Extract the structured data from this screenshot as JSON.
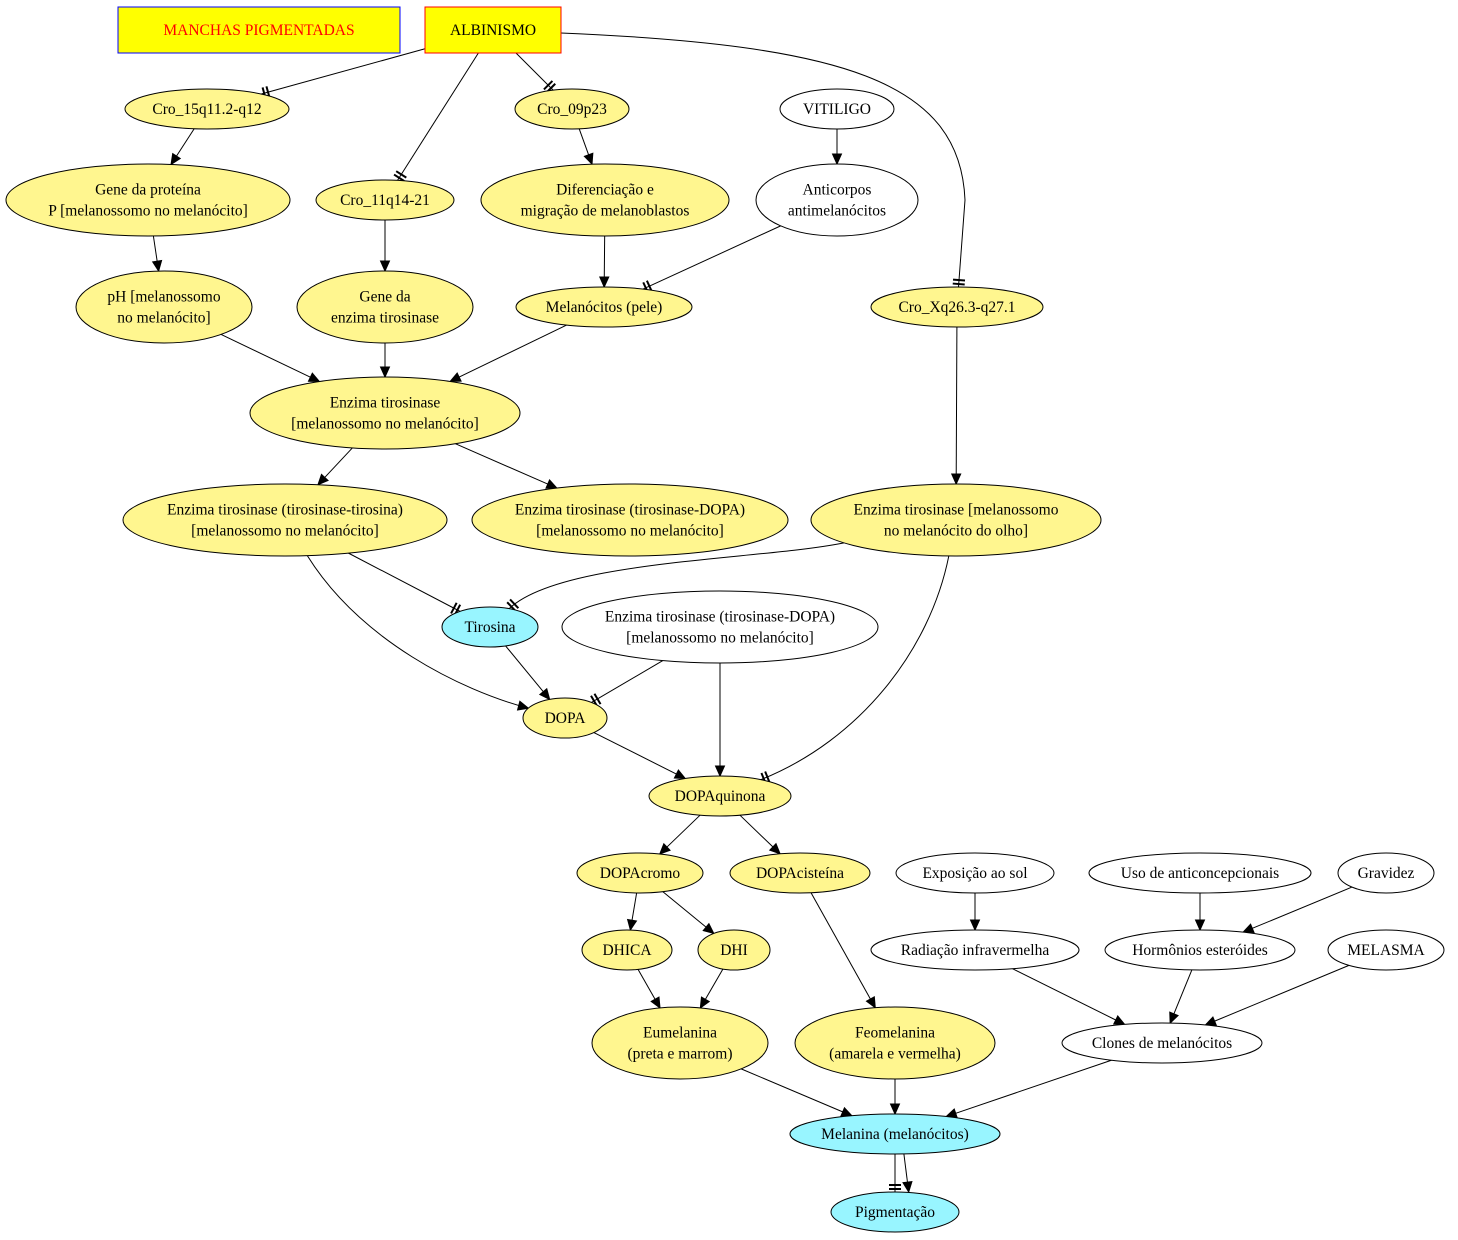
{
  "colors": {
    "yellow": "#fff68f",
    "cyan": "#98f5ff",
    "white": "#ffffff",
    "box_fill": "#ffff00",
    "box_border": "#0000ff",
    "red_text": "#ff0000"
  },
  "nodes": {
    "manchas": {
      "lines": [
        "MANCHAS PIGMENTADAS"
      ],
      "fill": "box_fill",
      "shape": "box"
    },
    "albinismo": {
      "lines": [
        "ALBINISMO"
      ],
      "fill": "box_fill",
      "shape": "box"
    },
    "cro15": {
      "lines": [
        "Cro_15q11.2-q12"
      ],
      "fill": "yellow"
    },
    "cro09": {
      "lines": [
        "Cro_09p23"
      ],
      "fill": "yellow"
    },
    "vitiligo": {
      "lines": [
        "VITILIGO"
      ],
      "fill": "white"
    },
    "gene_p": {
      "lines": [
        "Gene da proteína",
        "P [melanossomo no melanócito]"
      ],
      "fill": "yellow"
    },
    "cro11": {
      "lines": [
        "Cro_11q14-21"
      ],
      "fill": "yellow"
    },
    "diferenciacao": {
      "lines": [
        "Diferenciação e",
        "migração de melanoblastos"
      ],
      "fill": "yellow"
    },
    "anticorpos": {
      "lines": [
        "Anticorpos",
        "antimelanócitos"
      ],
      "fill": "white"
    },
    "ph": {
      "lines": [
        "pH [melanossomo",
        "no melanócito]"
      ],
      "fill": "yellow"
    },
    "gene_tir": {
      "lines": [
        "Gene da",
        "enzima tirosinase"
      ],
      "fill": "yellow"
    },
    "melanocitos_pele": {
      "lines": [
        "Melanócitos (pele)"
      ],
      "fill": "yellow"
    },
    "croX": {
      "lines": [
        "Cro_Xq26.3-q27.1"
      ],
      "fill": "yellow"
    },
    "enz_tir": {
      "lines": [
        "Enzima tirosinase",
        "[melanossomo no melanócito]"
      ],
      "fill": "yellow"
    },
    "enz_tt": {
      "lines": [
        "Enzima tirosinase (tirosinase-tirosina)",
        "[melanossomo no melanócito]"
      ],
      "fill": "yellow"
    },
    "enz_td1": {
      "lines": [
        "Enzima tirosinase (tirosinase-DOPA)",
        "[melanossomo no melanócito]"
      ],
      "fill": "yellow"
    },
    "enz_olho": {
      "lines": [
        "Enzima tirosinase [melanossomo",
        "no melanócito do olho]"
      ],
      "fill": "yellow"
    },
    "tirosina": {
      "lines": [
        "Tirosina"
      ],
      "fill": "cyan"
    },
    "enz_td2": {
      "lines": [
        "Enzima tirosinase (tirosinase-DOPA)",
        "[melanossomo no melanócito]"
      ],
      "fill": "white"
    },
    "dopa": {
      "lines": [
        "DOPA"
      ],
      "fill": "yellow"
    },
    "dopaquinona": {
      "lines": [
        "DOPAquinona"
      ],
      "fill": "yellow"
    },
    "dopacromo": {
      "lines": [
        "DOPAcromo"
      ],
      "fill": "yellow"
    },
    "dopacisteina": {
      "lines": [
        "DOPAcisteína"
      ],
      "fill": "yellow"
    },
    "exposicao": {
      "lines": [
        "Exposição ao sol"
      ],
      "fill": "white"
    },
    "anticoncepcionais": {
      "lines": [
        "Uso de anticoncepcionais"
      ],
      "fill": "white"
    },
    "gravidez": {
      "lines": [
        "Gravidez"
      ],
      "fill": "white"
    },
    "dhica": {
      "lines": [
        "DHICA"
      ],
      "fill": "yellow"
    },
    "dhi": {
      "lines": [
        "DHI"
      ],
      "fill": "yellow"
    },
    "radiacao": {
      "lines": [
        "Radiação infravermelha"
      ],
      "fill": "white"
    },
    "hormonios": {
      "lines": [
        "Hormônios esteróides"
      ],
      "fill": "white"
    },
    "melasma": {
      "lines": [
        "MELASMA"
      ],
      "fill": "white"
    },
    "eumelanina": {
      "lines": [
        "Eumelanina",
        "(preta e marrom)"
      ],
      "fill": "yellow"
    },
    "feomelanina": {
      "lines": [
        "Feomelanina",
        "(amarela e vermelha)"
      ],
      "fill": "yellow"
    },
    "clones": {
      "lines": [
        "Clones de melanócitos"
      ],
      "fill": "white"
    },
    "melanina": {
      "lines": [
        "Melanina (melanócitos)"
      ],
      "fill": "cyan"
    },
    "pigmentacao": {
      "lines": [
        "Pigmentação"
      ],
      "fill": "cyan"
    }
  },
  "edges": [
    {
      "from": "albinismo",
      "to": "cro15",
      "head": "tee"
    },
    {
      "from": "albinismo",
      "to": "cro11",
      "head": "tee"
    },
    {
      "from": "albinismo",
      "to": "cro09",
      "head": "tee"
    },
    {
      "from": "albinismo",
      "to": "croX",
      "head": "tee"
    },
    {
      "from": "cro15",
      "to": "gene_p",
      "head": "arrow"
    },
    {
      "from": "gene_p",
      "to": "ph",
      "head": "arrow"
    },
    {
      "from": "cro11",
      "to": "gene_tir",
      "head": "arrow"
    },
    {
      "from": "cro09",
      "to": "diferenciacao",
      "head": "arrow"
    },
    {
      "from": "vitiligo",
      "to": "anticorpos",
      "head": "arrow"
    },
    {
      "from": "diferenciacao",
      "to": "melanocitos_pele",
      "head": "arrow"
    },
    {
      "from": "anticorpos",
      "to": "melanocitos_pele",
      "head": "tee"
    },
    {
      "from": "ph",
      "to": "enz_tir",
      "head": "arrow"
    },
    {
      "from": "gene_tir",
      "to": "enz_tir",
      "head": "arrow"
    },
    {
      "from": "melanocitos_pele",
      "to": "enz_tir",
      "head": "arrow"
    },
    {
      "from": "enz_tir",
      "to": "enz_tt",
      "head": "arrow"
    },
    {
      "from": "enz_tir",
      "to": "enz_td1",
      "head": "arrow"
    },
    {
      "from": "croX",
      "to": "enz_olho",
      "head": "arrow"
    },
    {
      "from": "enz_tt",
      "to": "tirosina",
      "head": "tee"
    },
    {
      "from": "enz_olho",
      "to": "tirosina",
      "head": "tee"
    },
    {
      "from": "enz_tt",
      "to": "dopa",
      "head": "arrow"
    },
    {
      "from": "tirosina",
      "to": "dopa",
      "head": "arrow"
    },
    {
      "from": "enz_td2",
      "to": "dopa",
      "head": "tee"
    },
    {
      "from": "dopa",
      "to": "dopaquinona",
      "head": "arrow"
    },
    {
      "from": "enz_td2",
      "to": "dopaquinona",
      "head": "arrow"
    },
    {
      "from": "enz_olho",
      "to": "dopaquinona",
      "head": "tee"
    },
    {
      "from": "dopaquinona",
      "to": "dopacromo",
      "head": "arrow"
    },
    {
      "from": "dopaquinona",
      "to": "dopacisteina",
      "head": "arrow"
    },
    {
      "from": "dopacromo",
      "to": "dhica",
      "head": "arrow"
    },
    {
      "from": "dopacromo",
      "to": "dhi",
      "head": "arrow"
    },
    {
      "from": "dhica",
      "to": "eumelanina",
      "head": "arrow"
    },
    {
      "from": "dhi",
      "to": "eumelanina",
      "head": "arrow"
    },
    {
      "from": "dopacisteina",
      "to": "feomelanina",
      "head": "arrow"
    },
    {
      "from": "exposicao",
      "to": "radiacao",
      "head": "arrow"
    },
    {
      "from": "anticoncepcionais",
      "to": "hormonios",
      "head": "arrow"
    },
    {
      "from": "gravidez",
      "to": "hormonios",
      "head": "arrow"
    },
    {
      "from": "radiacao",
      "to": "clones",
      "head": "arrow"
    },
    {
      "from": "hormonios",
      "to": "clones",
      "head": "arrow"
    },
    {
      "from": "melasma",
      "to": "clones",
      "head": "arrow"
    },
    {
      "from": "eumelanina",
      "to": "melanina",
      "head": "arrow"
    },
    {
      "from": "feomelanina",
      "to": "melanina",
      "head": "arrow"
    },
    {
      "from": "clones",
      "to": "melanina",
      "head": "arrow"
    },
    {
      "from": "melanina",
      "to": "pigmentacao",
      "head": "tee"
    },
    {
      "from": "melanina",
      "to": "pigmentacao",
      "head": "arrow"
    }
  ]
}
